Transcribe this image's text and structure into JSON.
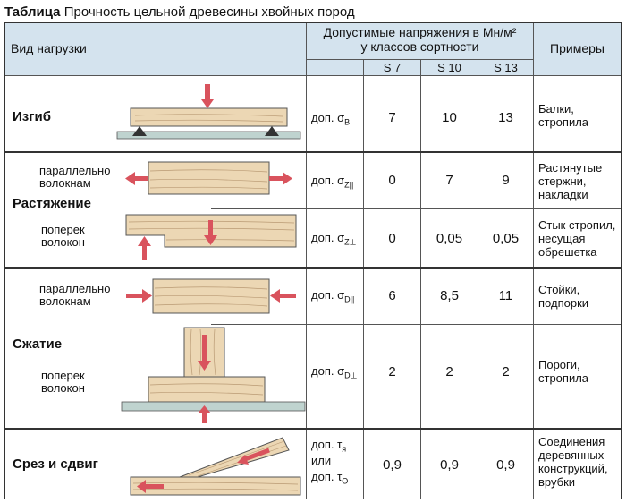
{
  "title": {
    "bold": "Таблица",
    "rest": "Прочность цельной древесины хвойных пород"
  },
  "header": {
    "load_type": "Вид нагрузки",
    "allowed_stress_line1": "Допустимые напряжения в Мн/м²",
    "allowed_stress_line2": "у классов сортности",
    "examples": "Примеры",
    "grades": [
      "S 7",
      "S 10",
      "S 13"
    ]
  },
  "rows": {
    "bend": {
      "label": "Изгиб",
      "sym_pre": "доп. σ",
      "sym_sub": "B",
      "v1": "7",
      "v2": "10",
      "v3": "13",
      "example": "Балки, стропила"
    },
    "tension_par": {
      "sub1": "параллельно",
      "sub2": "волокнам",
      "sym_pre": "доп. σ",
      "sym_sub": "Z||",
      "v1": "0",
      "v2": "7",
      "v3": "9",
      "example": "Растянутые стержни, накладки"
    },
    "tension_label": "Растяжение",
    "tension_perp": {
      "sub1": "поперек",
      "sub2": "волокон",
      "sym_pre": "доп. σ",
      "sym_sub": "Z⊥",
      "v1": "0",
      "v2": "0,05",
      "v3": "0,05",
      "example": "Стык стропил, несущая обрешетка"
    },
    "comp_par": {
      "sub1": "параллельно",
      "sub2": "волокнам",
      "sym_pre": "доп. σ",
      "sym_sub": "D||",
      "v1": "6",
      "v2": "8,5",
      "v3": "11",
      "example": "Стойки, подпорки"
    },
    "comp_label": "Сжатие",
    "comp_perp": {
      "sub1": "поперек",
      "sub2": "волокон",
      "sym_pre": "доп. σ",
      "sym_sub": "D⊥",
      "v1": "2",
      "v2": "2",
      "v3": "2",
      "example": "Пороги, стропила"
    },
    "shear": {
      "label": "Срез и сдвиг",
      "sym1_pre": "доп. τ",
      "sym1_sub": "я",
      "or": "или",
      "sym2_pre": "доп. τ",
      "sym2_sub": "O",
      "v1": "0,9",
      "v2": "0,9",
      "v3": "0,9",
      "example": "Соединения деревянных конструкций, врубки"
    }
  },
  "colors": {
    "header_bg": "#d4e3ee",
    "wood": "#ecd7b4",
    "arrow": "#d9535d",
    "ground": "#bfd3cf"
  }
}
